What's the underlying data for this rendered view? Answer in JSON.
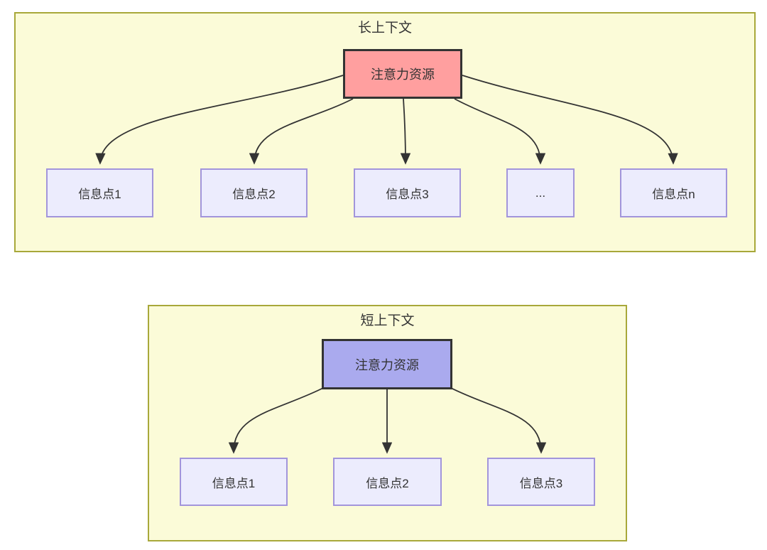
{
  "long_context": {
    "title": "长上下文",
    "source_label": "注意力资源",
    "nodes": [
      "信息点1",
      "信息点2",
      "信息点3",
      "...",
      "信息点n"
    ]
  },
  "short_context": {
    "title": "短上下文",
    "source_label": "注意力资源",
    "nodes": [
      "信息点1",
      "信息点2",
      "信息点3"
    ]
  },
  "colors": {
    "panel_fill": "#fbfbd8",
    "panel_border": "#a8a83a",
    "node_fill": "#ececfd",
    "node_border": "#a295db",
    "source_long_fill": "#ff9f9f",
    "source_short_fill": "#aaaaee",
    "source_border": "#333333",
    "edge": "#333333",
    "text": "#333333"
  }
}
